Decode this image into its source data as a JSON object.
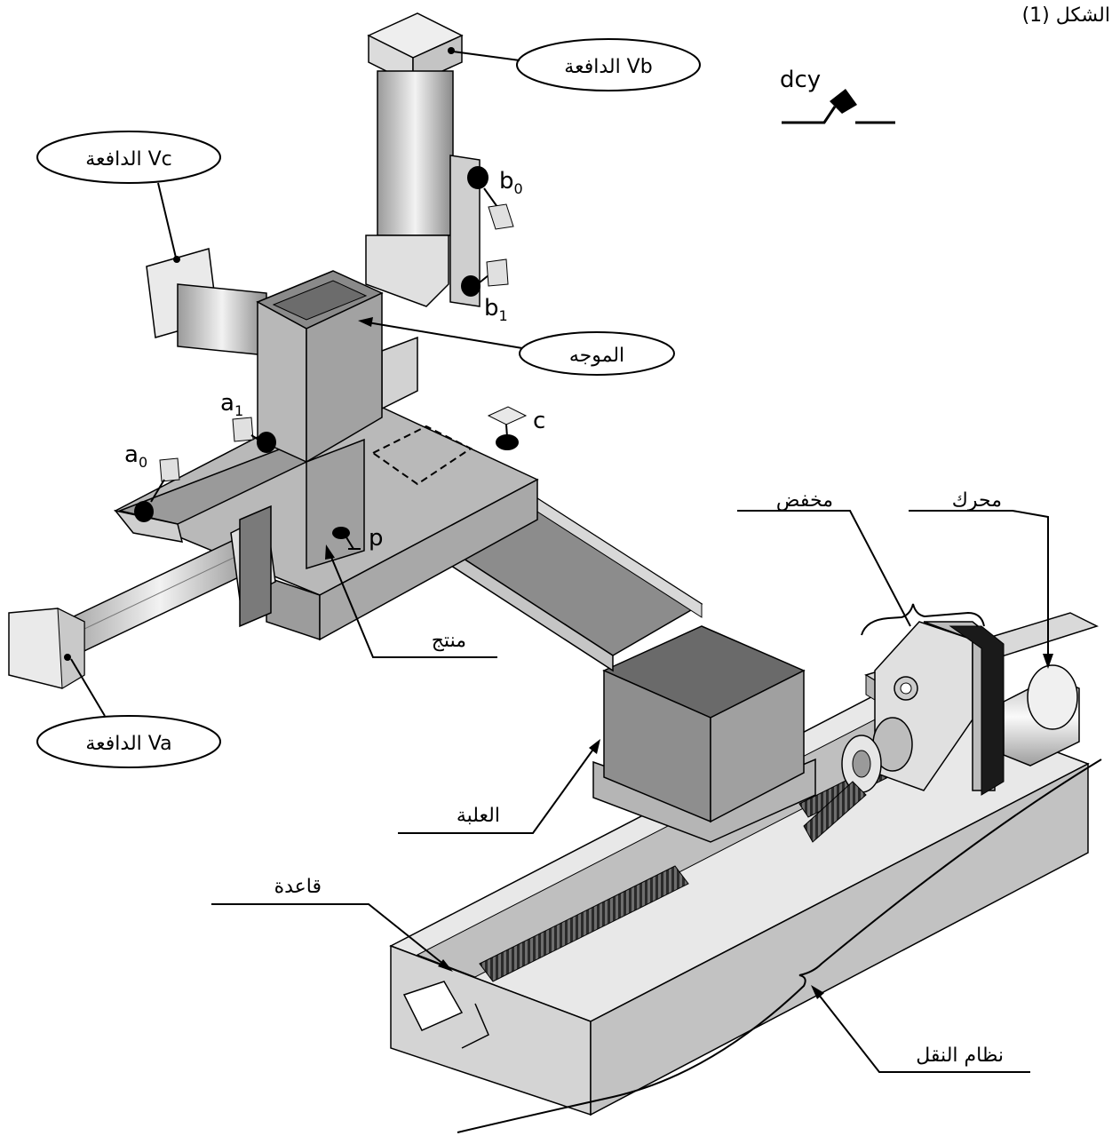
{
  "figure_caption": "الشكل (1)",
  "start_button": "dcy",
  "callouts": {
    "vb": "الدافعة Vb",
    "vc": "الدافعة Vc",
    "va": "الدافعة Va",
    "guide": "الموجه",
    "product": "منتج",
    "box": "العلبة",
    "base": "قاعدة",
    "reducer": "مخفض",
    "motor": "محرك",
    "transport": "نظام النقل"
  },
  "sensors": {
    "a0": {
      "base": "a",
      "sub": "0"
    },
    "a1": {
      "base": "a",
      "sub": "1"
    },
    "b0": {
      "base": "b",
      "sub": "0"
    },
    "b1": {
      "base": "b",
      "sub": "1"
    },
    "c": {
      "base": "c"
    },
    "p": {
      "base": "p"
    }
  },
  "colors": {
    "metal_light": "#e6e6e6",
    "metal_mid": "#bdbdbd",
    "metal_dark": "#7a7a7a",
    "box": "#8c8c8c",
    "line": "#000000"
  }
}
